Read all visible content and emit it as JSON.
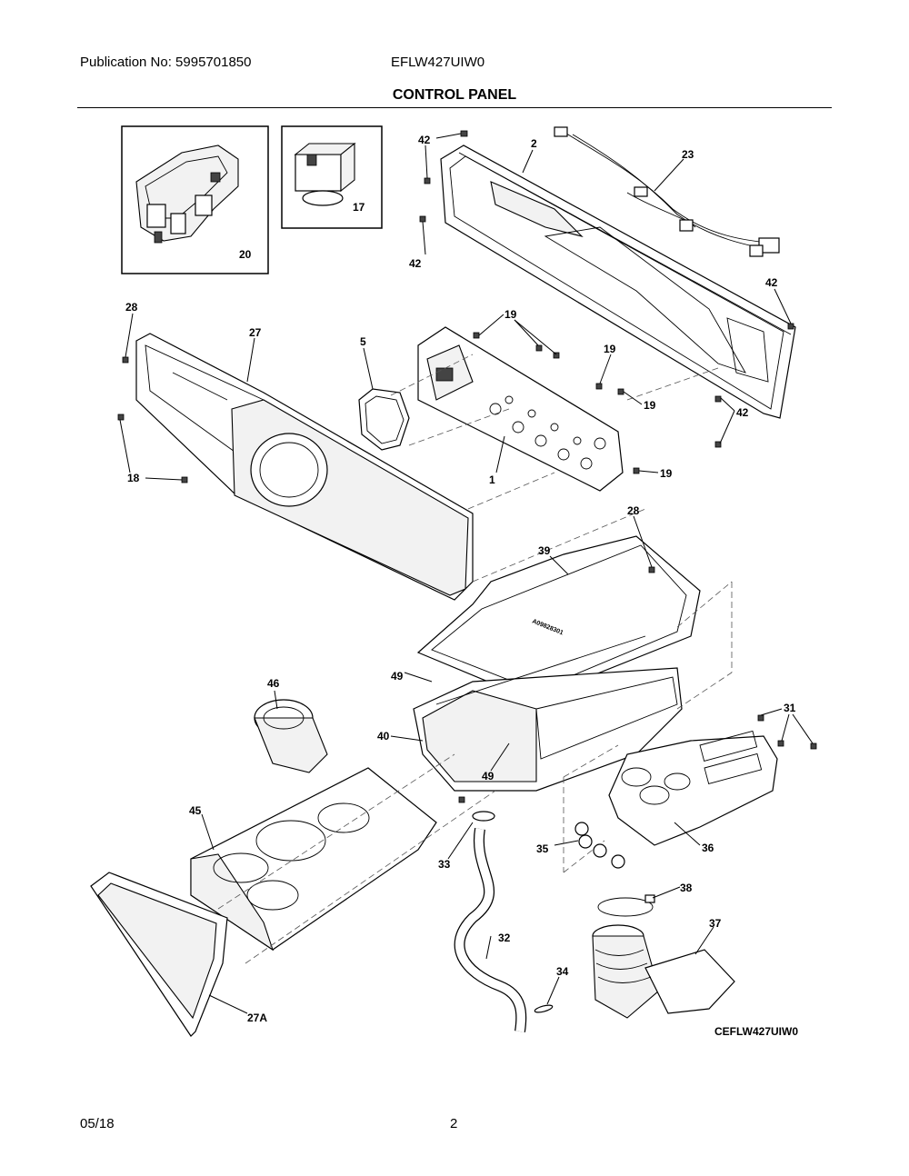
{
  "header": {
    "publication": "Publication No: 5995701850",
    "model": "EFLW427UIW0",
    "title": "CONTROL PANEL"
  },
  "footer": {
    "date": "05/18",
    "page": "2"
  },
  "diagram_code": "CEFLW427UIW0",
  "callouts": {
    "c1": "1",
    "c2": "2",
    "c5": "5",
    "c17": "17",
    "c18": "18",
    "c19a": "19",
    "c19b": "19",
    "c19c": "19",
    "c19d": "19",
    "c20": "20",
    "c23": "23",
    "c27": "27",
    "c27a": "27A",
    "c28a": "28",
    "c28b": "28",
    "c31": "31",
    "c32": "32",
    "c33": "33",
    "c34": "34",
    "c35": "35",
    "c36": "36",
    "c37": "37",
    "c38": "38",
    "c39": "39",
    "c40": "40",
    "c42a": "42",
    "c42b": "42",
    "c42c": "42",
    "c42d": "42",
    "c45": "45",
    "c46": "46",
    "c49a": "49",
    "c49b": "49"
  },
  "board_code": "A09828301"
}
